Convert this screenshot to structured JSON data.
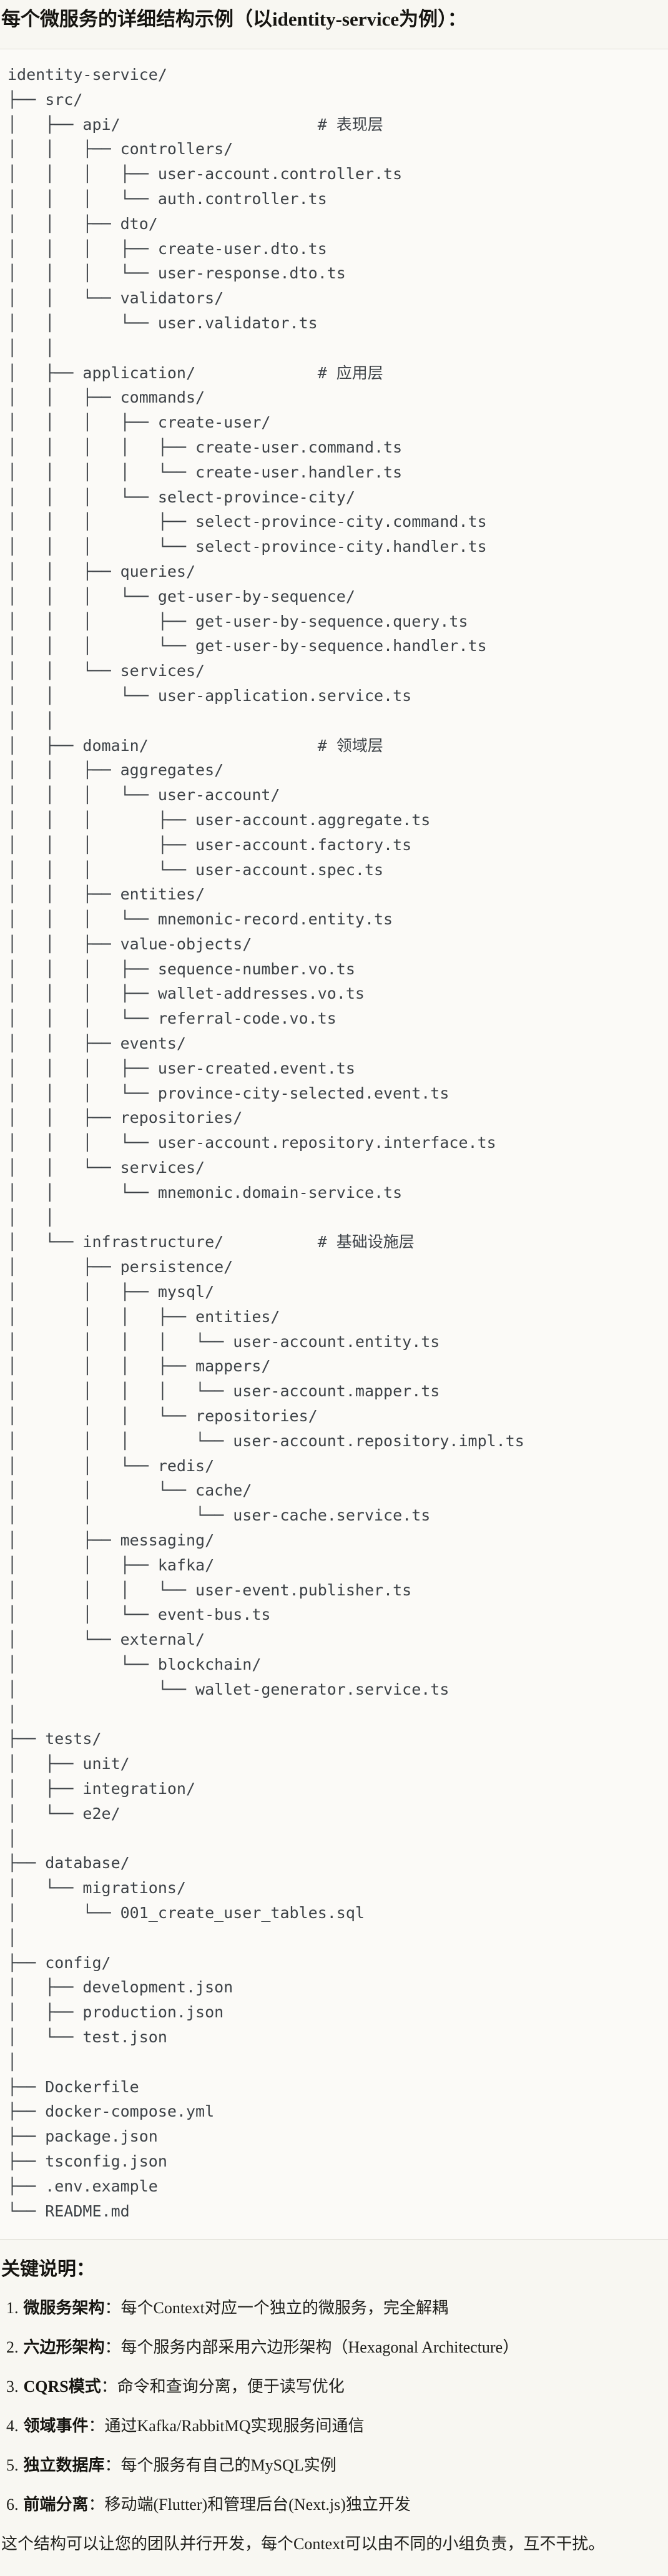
{
  "title": "每个微服务的详细结构示例（以identity-service为例）：",
  "tree": {
    "lines": [
      "identity-service/",
      "├── src/",
      "│   ├── api/                     # 表现层",
      "│   │   ├── controllers/",
      "│   │   │   ├── user-account.controller.ts",
      "│   │   │   └── auth.controller.ts",
      "│   │   ├── dto/",
      "│   │   │   ├── create-user.dto.ts",
      "│   │   │   └── user-response.dto.ts",
      "│   │   └── validators/",
      "│   │       └── user.validator.ts",
      "│   │",
      "│   ├── application/             # 应用层",
      "│   │   ├── commands/",
      "│   │   │   ├── create-user/",
      "│   │   │   │   ├── create-user.command.ts",
      "│   │   │   │   └── create-user.handler.ts",
      "│   │   │   └── select-province-city/",
      "│   │   │       ├── select-province-city.command.ts",
      "│   │   │       └── select-province-city.handler.ts",
      "│   │   ├── queries/",
      "│   │   │   └── get-user-by-sequence/",
      "│   │   │       ├── get-user-by-sequence.query.ts",
      "│   │   │       └── get-user-by-sequence.handler.ts",
      "│   │   └── services/",
      "│   │       └── user-application.service.ts",
      "│   │",
      "│   ├── domain/                  # 领域层",
      "│   │   ├── aggregates/",
      "│   │   │   └── user-account/",
      "│   │   │       ├── user-account.aggregate.ts",
      "│   │   │       ├── user-account.factory.ts",
      "│   │   │       └── user-account.spec.ts",
      "│   │   ├── entities/",
      "│   │   │   └── mnemonic-record.entity.ts",
      "│   │   ├── value-objects/",
      "│   │   │   ├── sequence-number.vo.ts",
      "│   │   │   ├── wallet-addresses.vo.ts",
      "│   │   │   └── referral-code.vo.ts",
      "│   │   ├── events/",
      "│   │   │   ├── user-created.event.ts",
      "│   │   │   └── province-city-selected.event.ts",
      "│   │   ├── repositories/",
      "│   │   │   └── user-account.repository.interface.ts",
      "│   │   └── services/",
      "│   │       └── mnemonic.domain-service.ts",
      "│   │",
      "│   └── infrastructure/          # 基础设施层",
      "│       ├── persistence/",
      "│       │   ├── mysql/",
      "│       │   │   ├── entities/",
      "│       │   │   │   └── user-account.entity.ts",
      "│       │   │   ├── mappers/",
      "│       │   │   │   └── user-account.mapper.ts",
      "│       │   │   └── repositories/",
      "│       │   │       └── user-account.repository.impl.ts",
      "│       │   └── redis/",
      "│       │       └── cache/",
      "│       │           └── user-cache.service.ts",
      "│       ├── messaging/",
      "│       │   ├── kafka/",
      "│       │   │   └── user-event.publisher.ts",
      "│       │   └── event-bus.ts",
      "│       └── external/",
      "│           └── blockchain/",
      "│               └── wallet-generator.service.ts",
      "│",
      "├── tests/",
      "│   ├── unit/",
      "│   ├── integration/",
      "│   └── e2e/",
      "│",
      "├── database/",
      "│   └── migrations/",
      "│       └── 001_create_user_tables.sql",
      "│",
      "├── config/",
      "│   ├── development.json",
      "│   ├── production.json",
      "│   └── test.json",
      "│",
      "├── Dockerfile",
      "├── docker-compose.yml",
      "├── package.json",
      "├── tsconfig.json",
      "├── .env.example",
      "└── README.md"
    ]
  },
  "notes": {
    "heading": "关键说明：",
    "items": [
      {
        "num": "1.",
        "label": "微服务架构",
        "text": "：每个Context对应一个独立的微服务，完全解耦"
      },
      {
        "num": "2.",
        "label": "六边形架构",
        "text": "：每个服务内部采用六边形架构（Hexagonal Architecture）"
      },
      {
        "num": "3.",
        "label": "CQRS模式",
        "text": "：命令和查询分离，便于读写优化"
      },
      {
        "num": "4.",
        "label": "领域事件",
        "text": "：通过Kafka/RabbitMQ实现服务间通信"
      },
      {
        "num": "5.",
        "label": "独立数据库",
        "text": "：每个服务有自己的MySQL实例"
      },
      {
        "num": "6.",
        "label": "前端分离",
        "text": "：移动端(Flutter)和管理后台(Next.js)独立开发"
      }
    ]
  },
  "footer": "这个结构可以让您的团队并行开发，每个Context可以由不同的小组负责，互不干扰。",
  "colors": {
    "page_background": "#f8f7f2",
    "code_background": "#fbfaf7",
    "code_border": "#dedcd4",
    "code_text": "#3d4247",
    "body_text": "#20201c"
  }
}
